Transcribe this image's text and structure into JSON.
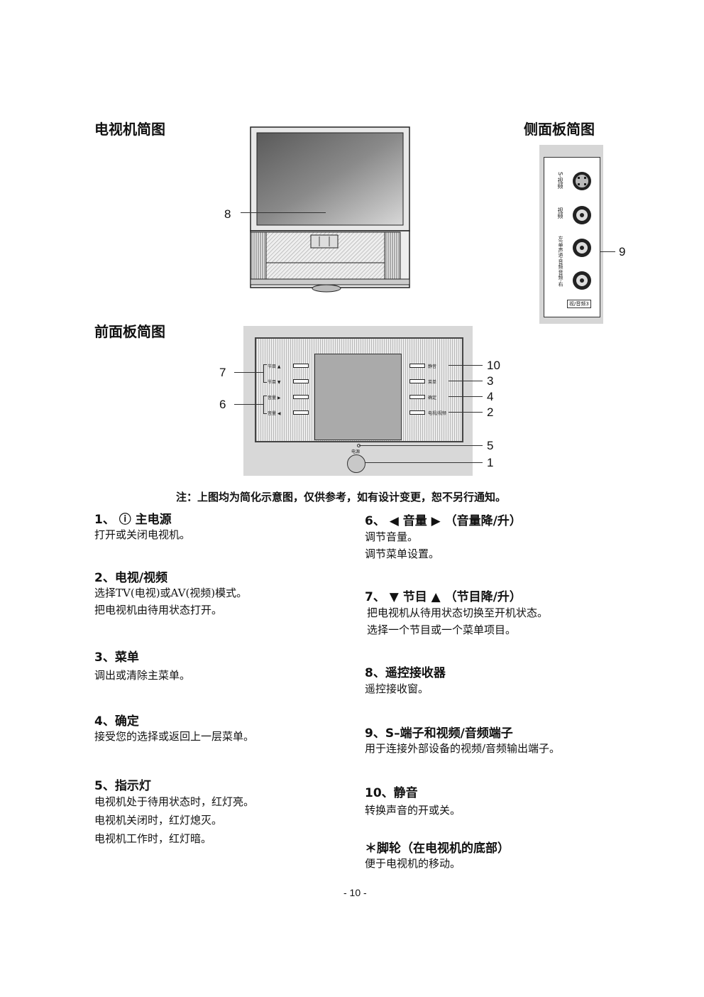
{
  "headings": {
    "tv": "电视机简图",
    "side": "侧面板简图",
    "front": "前面板简图"
  },
  "callouts": {
    "c8": "8",
    "c9": "9",
    "c7": "7",
    "c6": "6",
    "c10": "10",
    "c3": "3",
    "c4": "4",
    "c2": "2",
    "c5": "5",
    "c1": "1"
  },
  "front_panel_labels": {
    "prog_up": "节目 ▲",
    "prog_down": "节目 ▼",
    "vol_up": "音量 ▶",
    "vol_down": "音量 ◀",
    "mute": "静音",
    "menu": "菜单",
    "ok": "确定",
    "tvav": "电视/视频",
    "power": "电源"
  },
  "side_panel_labels": {
    "s_video": "S-视频",
    "video": "视频",
    "audio_l": "左/单声道-音频",
    "audio_r": "音频-右",
    "box_label": "视/音频3"
  },
  "note": "注：上图均为简化示意图，仅供参考，如有设计变更，恕不另行通知。",
  "items_left": [
    {
      "title": "1、 ⓘ 主电源",
      "lines": [
        "打开或关闭电视机。"
      ]
    },
    {
      "title": "2、电视/视频",
      "lines": [
        "选择TV(电视)或AV(视频)模式。",
        "把电视机由待用状态打开。"
      ]
    },
    {
      "title": "3、菜单",
      "lines": [
        "调出或清除主菜单。"
      ]
    },
    {
      "title": "4、确定",
      "lines": [
        "接受您的选择或返回上一层菜单。"
      ]
    },
    {
      "title": "5、指示灯",
      "lines": [
        "电视机处于待用状态时，红灯亮。",
        "电视机关闭时，红灯熄灭。",
        "电视机工作时，红灯暗。"
      ]
    }
  ],
  "items_right": [
    {
      "title": "6、 ◀ 音量 ▶ （音量降/升）",
      "lines": [
        "调节音量。",
        "调节菜单设置。"
      ]
    },
    {
      "title": "7、 ▼ 节目 ▲ （节目降/升）",
      "lines": [
        "把电视机从待用状态切换至开机状态。",
        "选择一个节目或一个菜单项目。"
      ]
    },
    {
      "title": "8、遥控接收器",
      "lines": [
        "遥控接收窗。"
      ]
    },
    {
      "title": "9、S–端子和视频/音频端子",
      "lines": [
        "用于连接外部设备的视频/音频输出端子。"
      ]
    },
    {
      "title": "10、静音",
      "lines": [
        "转换声音的开或关。"
      ]
    },
    {
      "title": "＊脚轮（在电视机的底部）",
      "lines": [
        "便于电视机的移动。"
      ]
    }
  ],
  "page_number": "- 10 -"
}
